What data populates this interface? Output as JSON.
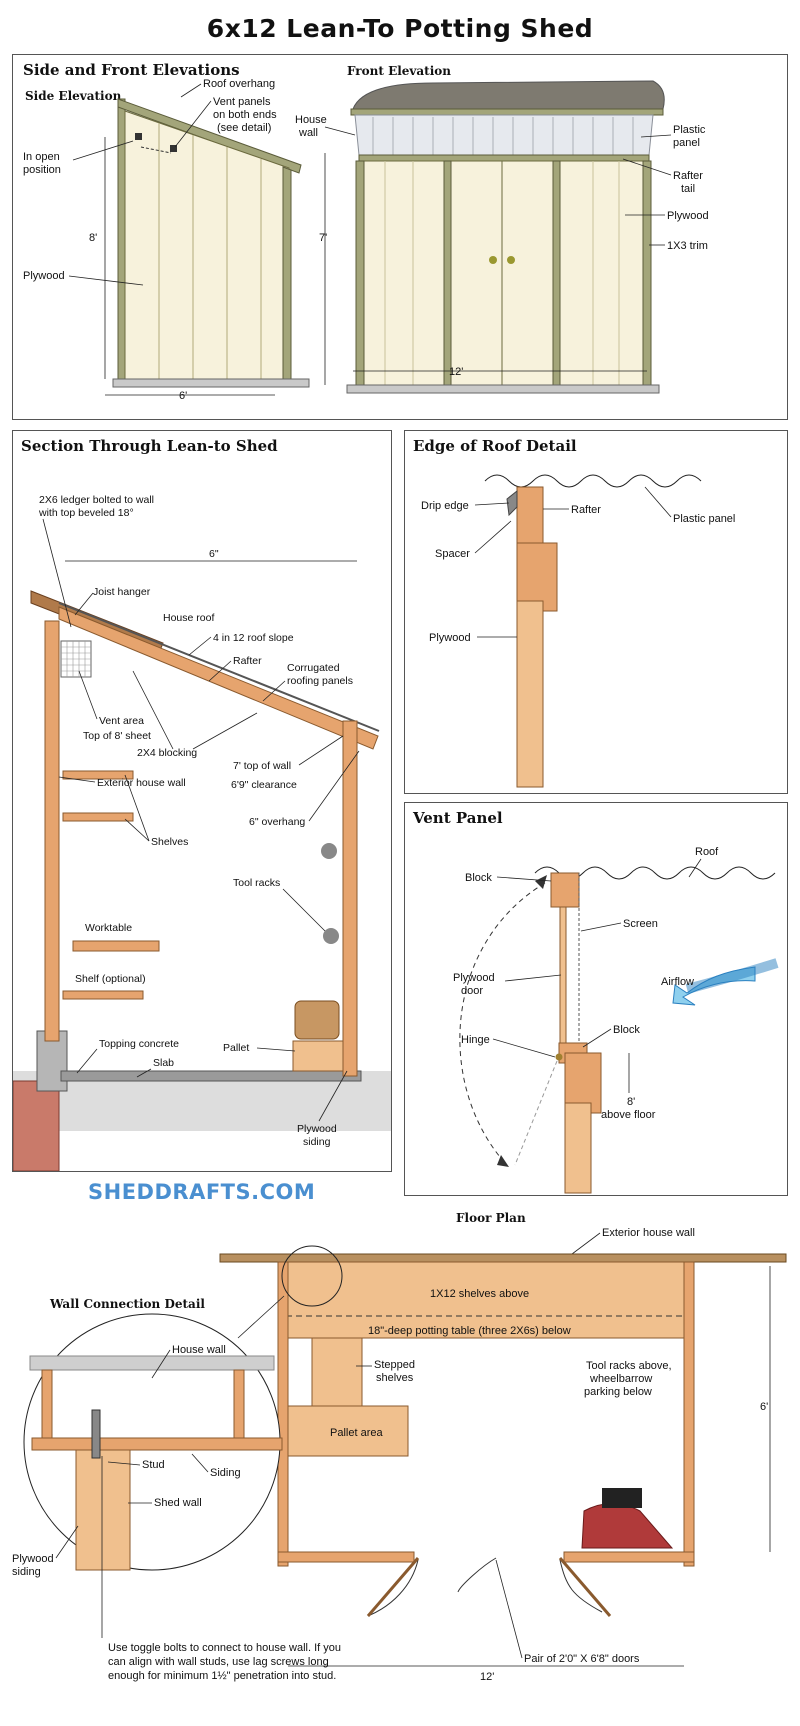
{
  "title": "6x12 Lean-To Potting Shed",
  "watermark": "SHEDDRAFTS.COM",
  "elevations": {
    "heading": "Side and Front Elevations",
    "side_title": "Side Elevation",
    "front_title": "Front Elevation",
    "labels": {
      "roof_overhang": "Roof overhang",
      "vent_panels_1": "Vent panels",
      "vent_panels_2": "on both ends",
      "vent_panels_3": "(see detail)",
      "open_1": "In open",
      "open_2": "position",
      "plywood": "Plywood",
      "house_wall_1": "House",
      "house_wall_2": "wall",
      "plastic_1": "Plastic",
      "plastic_2": "panel",
      "rafter_1": "Rafter",
      "rafter_2": "tail",
      "plywood_front": "Plywood",
      "trim": "1X3 trim"
    },
    "dims": {
      "side_height": "8'",
      "side_width": "6'",
      "front_height": "7'",
      "front_width": "12'"
    }
  },
  "section": {
    "heading": "Section Through Lean-to Shed",
    "labels": {
      "ledger_1": "2X6 ledger bolted to wall",
      "ledger_2": "with top beveled 18°",
      "joist_hanger": "Joist hanger",
      "house_roof": "House roof",
      "slope": "4 in 12 roof slope",
      "rafter": "Rafter",
      "corrugated_1": "Corrugated",
      "corrugated_2": "roofing panels",
      "vent_area": "Vent area",
      "top_sheet": "Top of 8' sheet",
      "blocking": "2X4 blocking",
      "top_wall": "7' top of wall",
      "clearance": "6'9\" clearance",
      "ext_wall": "Exterior house wall",
      "overhang": "6\" overhang",
      "shelves": "Shelves",
      "tool_racks": "Tool racks",
      "worktable": "Worktable",
      "shelf_opt": "Shelf (optional)",
      "topping": "Topping concrete",
      "slab": "Slab",
      "pallet": "Pallet",
      "ply_siding_1": "Plywood",
      "ply_siding_2": "siding"
    },
    "dims": {
      "width": "6\""
    }
  },
  "edge": {
    "heading": "Edge of Roof Detail",
    "labels": {
      "drip": "Drip edge",
      "rafter": "Rafter",
      "plastic": "Plastic panel",
      "spacer": "Spacer",
      "plywood": "Plywood"
    }
  },
  "vent": {
    "heading": "Vent Panel",
    "labels": {
      "roof": "Roof",
      "block_top": "Block",
      "screen": "Screen",
      "ply_door_1": "Plywood",
      "ply_door_2": "door",
      "airflow": "Airflow",
      "hinge": "Hinge",
      "block_bottom": "Block",
      "height_1": "8'",
      "height_2": "above floor"
    }
  },
  "floorplan": {
    "heading": "Floor Plan",
    "detail_heading": "Wall Connection Detail",
    "labels": {
      "ext_wall": "Exterior house wall",
      "shelves_above": "1X12 shelves above",
      "potting_table": "18\"-deep potting table (three 2X6s) below",
      "stepped_1": "Stepped",
      "stepped_2": "shelves",
      "tool_1": "Tool racks above,",
      "tool_2": "wheelbarrow",
      "tool_3": "parking below",
      "pallet_area": "Pallet area",
      "doors": "Pair of 2'0\" X 6'8\" doors",
      "house_wall": "House wall",
      "stud": "Stud",
      "siding": "Siding",
      "shed_wall": "Shed wall",
      "ply_siding_1": "Plywood",
      "ply_siding_2": "siding",
      "note_1": "Use toggle bolts to connect to house wall. If you",
      "note_2": "can align with wall studs, use lag screws long",
      "note_3": "enough for minimum 1½\" penetration into stud."
    },
    "dims": {
      "depth": "6'",
      "width": "12'"
    }
  }
}
